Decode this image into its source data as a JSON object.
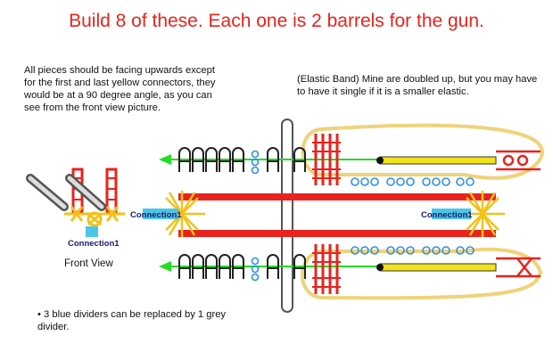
{
  "title": "Build 8 of these. Each one is 2 barrels for the gun.",
  "note_left": "All pieces should be facing upwards except for the first and last yellow connectors, they would be at a 90 degree angle, as you can see from the front view picture.",
  "note_right": "(Elastic Band) Mine are doubled up, but you may have to have it single if it is a smaller elastic.",
  "front_view_label": "Front View",
  "footnote": "• 3 blue dividers can be replaced by 1 grey divider.",
  "connection_labels": {
    "front": "Connection1",
    "left": "Connection1",
    "right": "Connection1"
  },
  "colors": {
    "title": "#e8231e",
    "red_rod": "#e8231e",
    "yellow_connector": "#f2c21a",
    "green_arrow": "#22dd22",
    "blue_spacer": "#2f8fe6",
    "elastic": "#f0d27a",
    "cyan_label_bg": "#4cc6e6"
  },
  "icons": [
    "yellow-star-connector-icon",
    "grey-rod-icon",
    "blue-spacer-icon",
    "white-clip-icon",
    "red-connector-icon"
  ]
}
